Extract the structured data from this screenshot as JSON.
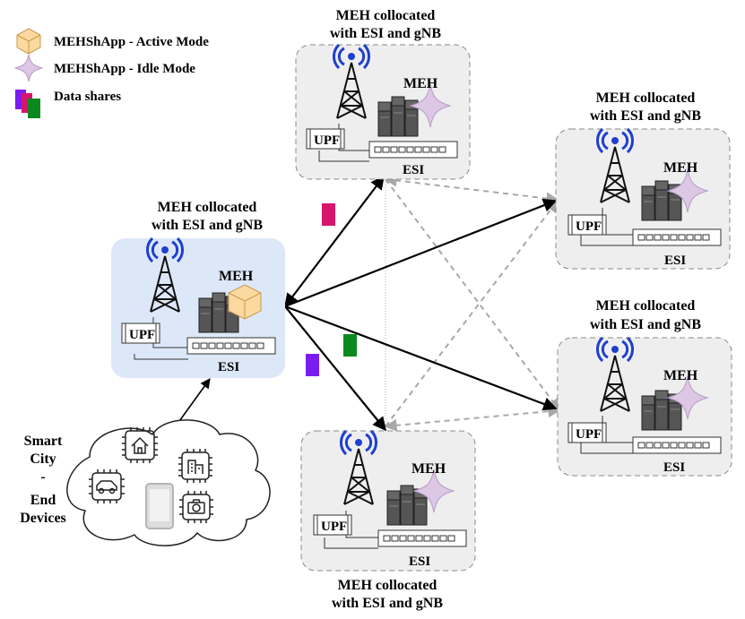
{
  "legend": {
    "active": "MEHShApp - Active Mode",
    "idle": "MEHShApp - Idle Mode",
    "shares": "Data shares"
  },
  "nodes": [
    {
      "id": "left",
      "title1": "MEH collocated",
      "title2": "with ESI and gNB",
      "meh": "MEH",
      "upf": "UPF",
      "esi": "ESI",
      "mode": "active"
    },
    {
      "id": "top",
      "title1": "MEH collocated",
      "title2": "with ESI and gNB",
      "meh": "MEH",
      "upf": "UPF",
      "esi": "ESI",
      "mode": "idle"
    },
    {
      "id": "right-top",
      "title1": "MEH collocated",
      "title2": "with ESI and gNB",
      "meh": "MEH",
      "upf": "UPF",
      "esi": "ESI",
      "mode": "idle"
    },
    {
      "id": "right-bottom",
      "title1": "MEH collocated",
      "title2": "with ESI and gNB",
      "meh": "MEH",
      "upf": "UPF",
      "esi": "ESI",
      "mode": "idle"
    },
    {
      "id": "bottom",
      "title1": "MEH collocated",
      "title2": "with ESI and gNB",
      "meh": "MEH",
      "upf": "UPF",
      "esi": "ESI",
      "mode": "idle"
    }
  ],
  "cloud": {
    "line1": "Smart",
    "line2": "City",
    "line3": "-",
    "line4": "End",
    "line5": "Devices"
  },
  "colors": {
    "active_box_fill": "#dce8f8",
    "idle_box_fill": "#eeeeee",
    "share_magenta": "#d6156c",
    "share_green": "#0a8a1e",
    "share_purple": "#7a1cf0",
    "antenna_blue": "#1f3fcf",
    "dashed_link": "#a8a8a8",
    "cube_fill": "#fbd9a0",
    "star_fill": "#dcc7e5"
  }
}
